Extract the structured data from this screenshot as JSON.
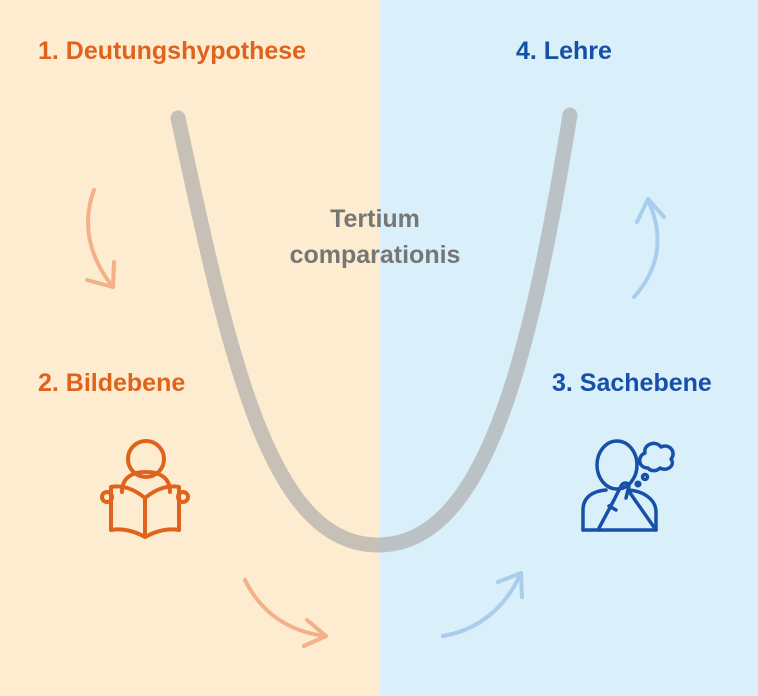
{
  "steps": {
    "step1": "1. Deutungshypothese",
    "step2": "2. Bildebene",
    "step3": "3. Sachebene",
    "step4": "4. Lehre"
  },
  "center": {
    "line1": "Tertium",
    "line2": "comparationis"
  },
  "icons": {
    "left": "reading-person-icon",
    "right": "thinking-person-icon"
  },
  "colors": {
    "left_background": "#fdeccf",
    "right_background": "#d9eff9",
    "orange": "#e0631d",
    "blue": "#1650a8",
    "curve": "#b8b8b8",
    "center_text": "#767676"
  }
}
